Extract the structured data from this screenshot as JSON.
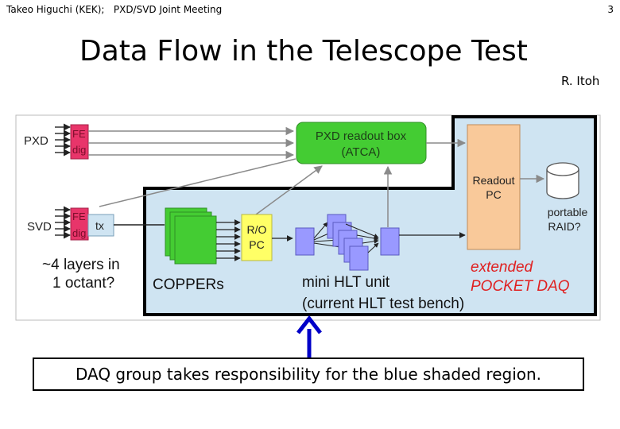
{
  "header": {
    "left_text": "Takeo Higuchi (KEK);   PXD/SVD Joint Meeting",
    "page_number": "3"
  },
  "slide": {
    "title": "Data Flow in the Telescope Test",
    "author": "R. Itoh"
  },
  "diagram": {
    "labels": {
      "pxd": "PXD",
      "svd": "SVD",
      "fe": "FE",
      "dig": "dig",
      "tx": "tx",
      "pxd_readout_box_line1": "PXD readout box",
      "pxd_readout_box_line2": "(ATCA)",
      "readout_pc_line1": "Readout",
      "readout_pc_line2": "PC",
      "portable_raid_line1": "portable",
      "portable_raid_line2": "RAID?",
      "ro_pc_line1": "R/O",
      "ro_pc_line2": "PC",
      "layers_line1": "~4 layers in",
      "layers_line2": "1 octant?",
      "coppers": "COPPERs",
      "mini_hlt_line1": "mini HLT unit",
      "mini_hlt_line2": "(current HLT test bench)",
      "extended_line1": "extended",
      "extended_line2": "POCKET DAQ"
    },
    "colors": {
      "blue_region": "#cfe4f2",
      "green_box": "#44cc33",
      "fe_box": "#e8356a",
      "ro_pc": "#ffff66",
      "readout_pc": "#f9c99a",
      "hlt_node": "#9999ff",
      "red_text": "#e02020",
      "pointer_arrow": "#0000c8"
    }
  },
  "footer": {
    "text": "DAQ group takes responsibility for the blue shaded region."
  }
}
